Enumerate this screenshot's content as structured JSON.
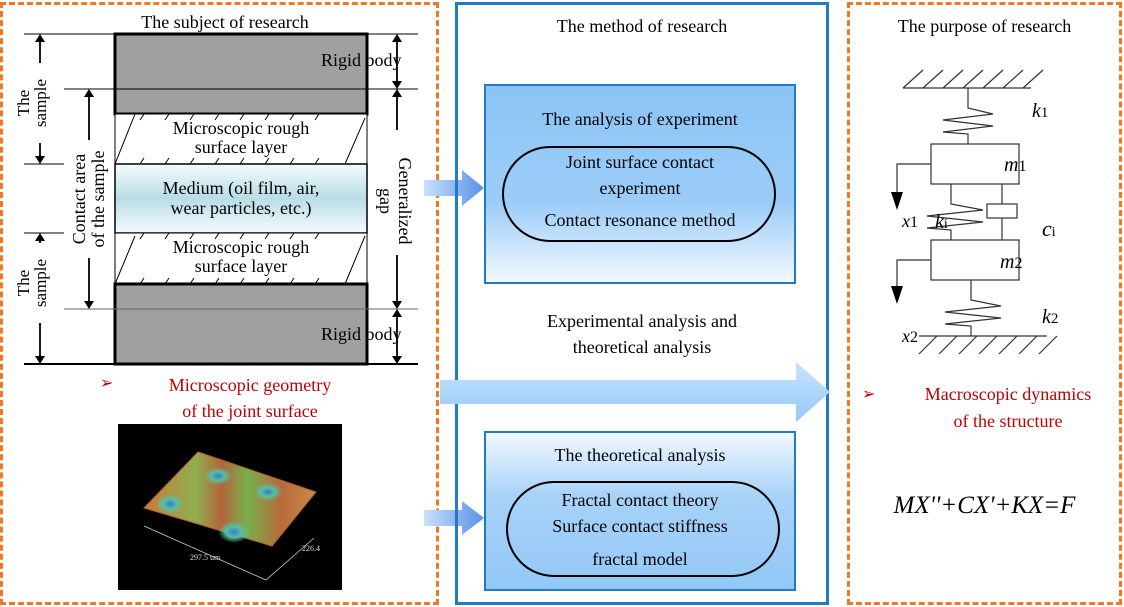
{
  "left_panel": {
    "title": "The subject of research",
    "rigid_body_top": "Rigid body",
    "rigid_body_bottom": "Rigid body",
    "rough_layer_top": [
      "Microscopic rough",
      "surface layer"
    ],
    "medium": [
      "Medium (oil film, air,",
      "wear particles, etc.)"
    ],
    "rough_layer_bottom": [
      "Microscopic rough",
      "surface layer"
    ],
    "sample_top": [
      "The",
      "sample"
    ],
    "sample_bottom": [
      "The",
      "sample"
    ],
    "contact_area": [
      "Contact area",
      "of the sample"
    ],
    "generalized_gap": [
      "Generalized",
      "gap"
    ],
    "caption": [
      "Microscopic geometry",
      "of the joint surface"
    ],
    "bullet_glyph": "➢",
    "image_labels": {
      "x_axis": "297.5 um",
      "y_axis": "226.4"
    }
  },
  "middle_panel": {
    "title": "The method of research",
    "experiment_box": {
      "title": "The analysis of experiment",
      "items": [
        "Joint surface contact",
        "experiment",
        "Contact resonance method"
      ]
    },
    "middle_text": [
      "Experimental analysis and",
      "theoretical analysis"
    ],
    "theory_box": {
      "title": "The theoretical analysis",
      "items": [
        "Fractal contact theory",
        "Surface contact stiffness",
        "fractal model"
      ]
    }
  },
  "right_panel": {
    "title": "The purpose of research",
    "labels": {
      "k1": "k",
      "k1_sub": "1",
      "m1": "m",
      "m1_sub": "1",
      "ki": "k",
      "ki_sub": "i",
      "ci": "c",
      "ci_sub": "i",
      "m2": "m",
      "m2_sub": "2",
      "k2": "k",
      "k2_sub": "2",
      "x1": "x",
      "x1_sub": "1",
      "x2": "x",
      "x2_sub": "2"
    },
    "caption": [
      "Macroscopic dynamics",
      "of the structure"
    ],
    "bullet_glyph": "➢",
    "equation": "MX''+CX'+KX=F"
  },
  "colors": {
    "orange_border": "#f07820",
    "blue_border": "#1f7bc4",
    "caption_red": "#c00000",
    "rigid_gray": "#a0a0a0",
    "arrow_blue": "#9ccdf8"
  }
}
